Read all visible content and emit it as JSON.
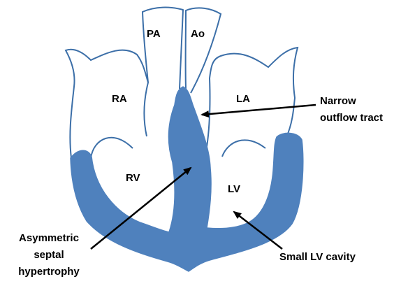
{
  "colors": {
    "muscle_fill": "#4F81BD",
    "outline": "#3C6FA8",
    "arrow": "#000000",
    "background": "#FFFFFF"
  },
  "labels": {
    "pa": "PA",
    "ao": "Ao",
    "ra": "RA",
    "la": "LA",
    "rv": "RV",
    "lv": "LV"
  },
  "annotations": {
    "outflow_line1": "Narrow",
    "outflow_line2": "outflow tract",
    "septal_line1": "Asymmetric",
    "septal_line2": "septal",
    "septal_line3": "hypertrophy",
    "lv_cavity": "Small LV cavity"
  }
}
